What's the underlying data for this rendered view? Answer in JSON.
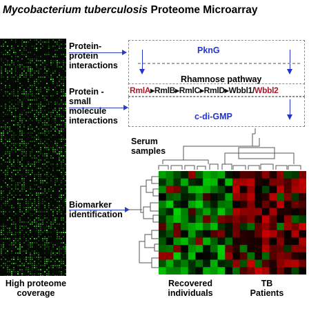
{
  "title": {
    "italic": "Mycobacterium tuberculosis",
    "rest": " Proteome Microarray"
  },
  "labels": {
    "ppi": [
      "Protein-",
      "protein",
      "interactions"
    ],
    "psmi": [
      "Protein -",
      "small",
      "molecule",
      "interactions"
    ],
    "serum": [
      "Serum",
      "samples"
    ],
    "biomarker": [
      "Biomarker",
      "identification"
    ],
    "coverage": [
      "High proteome",
      "coverage"
    ],
    "recovered": [
      "Recovered",
      "individuals"
    ],
    "tb": [
      "TB",
      "Patients"
    ]
  },
  "interactions": {
    "pkng": "PknG",
    "rhamnose": "Rhamnose pathway",
    "cdigmp": "c-di-GMP",
    "pathway": [
      {
        "text": "RmlA",
        "color": "red"
      },
      {
        "text": "▸",
        "color": "black"
      },
      {
        "text": "RmlB",
        "color": "black"
      },
      {
        "text": "▸",
        "color": "black"
      },
      {
        "text": "RmlC",
        "color": "black"
      },
      {
        "text": "▸",
        "color": "black"
      },
      {
        "text": "RmlD",
        "color": "black"
      },
      {
        "text": "▸",
        "color": "black"
      },
      {
        "text": "Wbbl1",
        "color": "black"
      },
      {
        "text": "/",
        "color": "black"
      },
      {
        "text": "Wbbl2",
        "color": "red"
      }
    ]
  },
  "colors": {
    "arrow": "#2a3fbf",
    "red_text": "#b0182a",
    "heat_red": "#d0101a",
    "heat_green": "#22d010",
    "heat_black": "#0a0a0a"
  }
}
